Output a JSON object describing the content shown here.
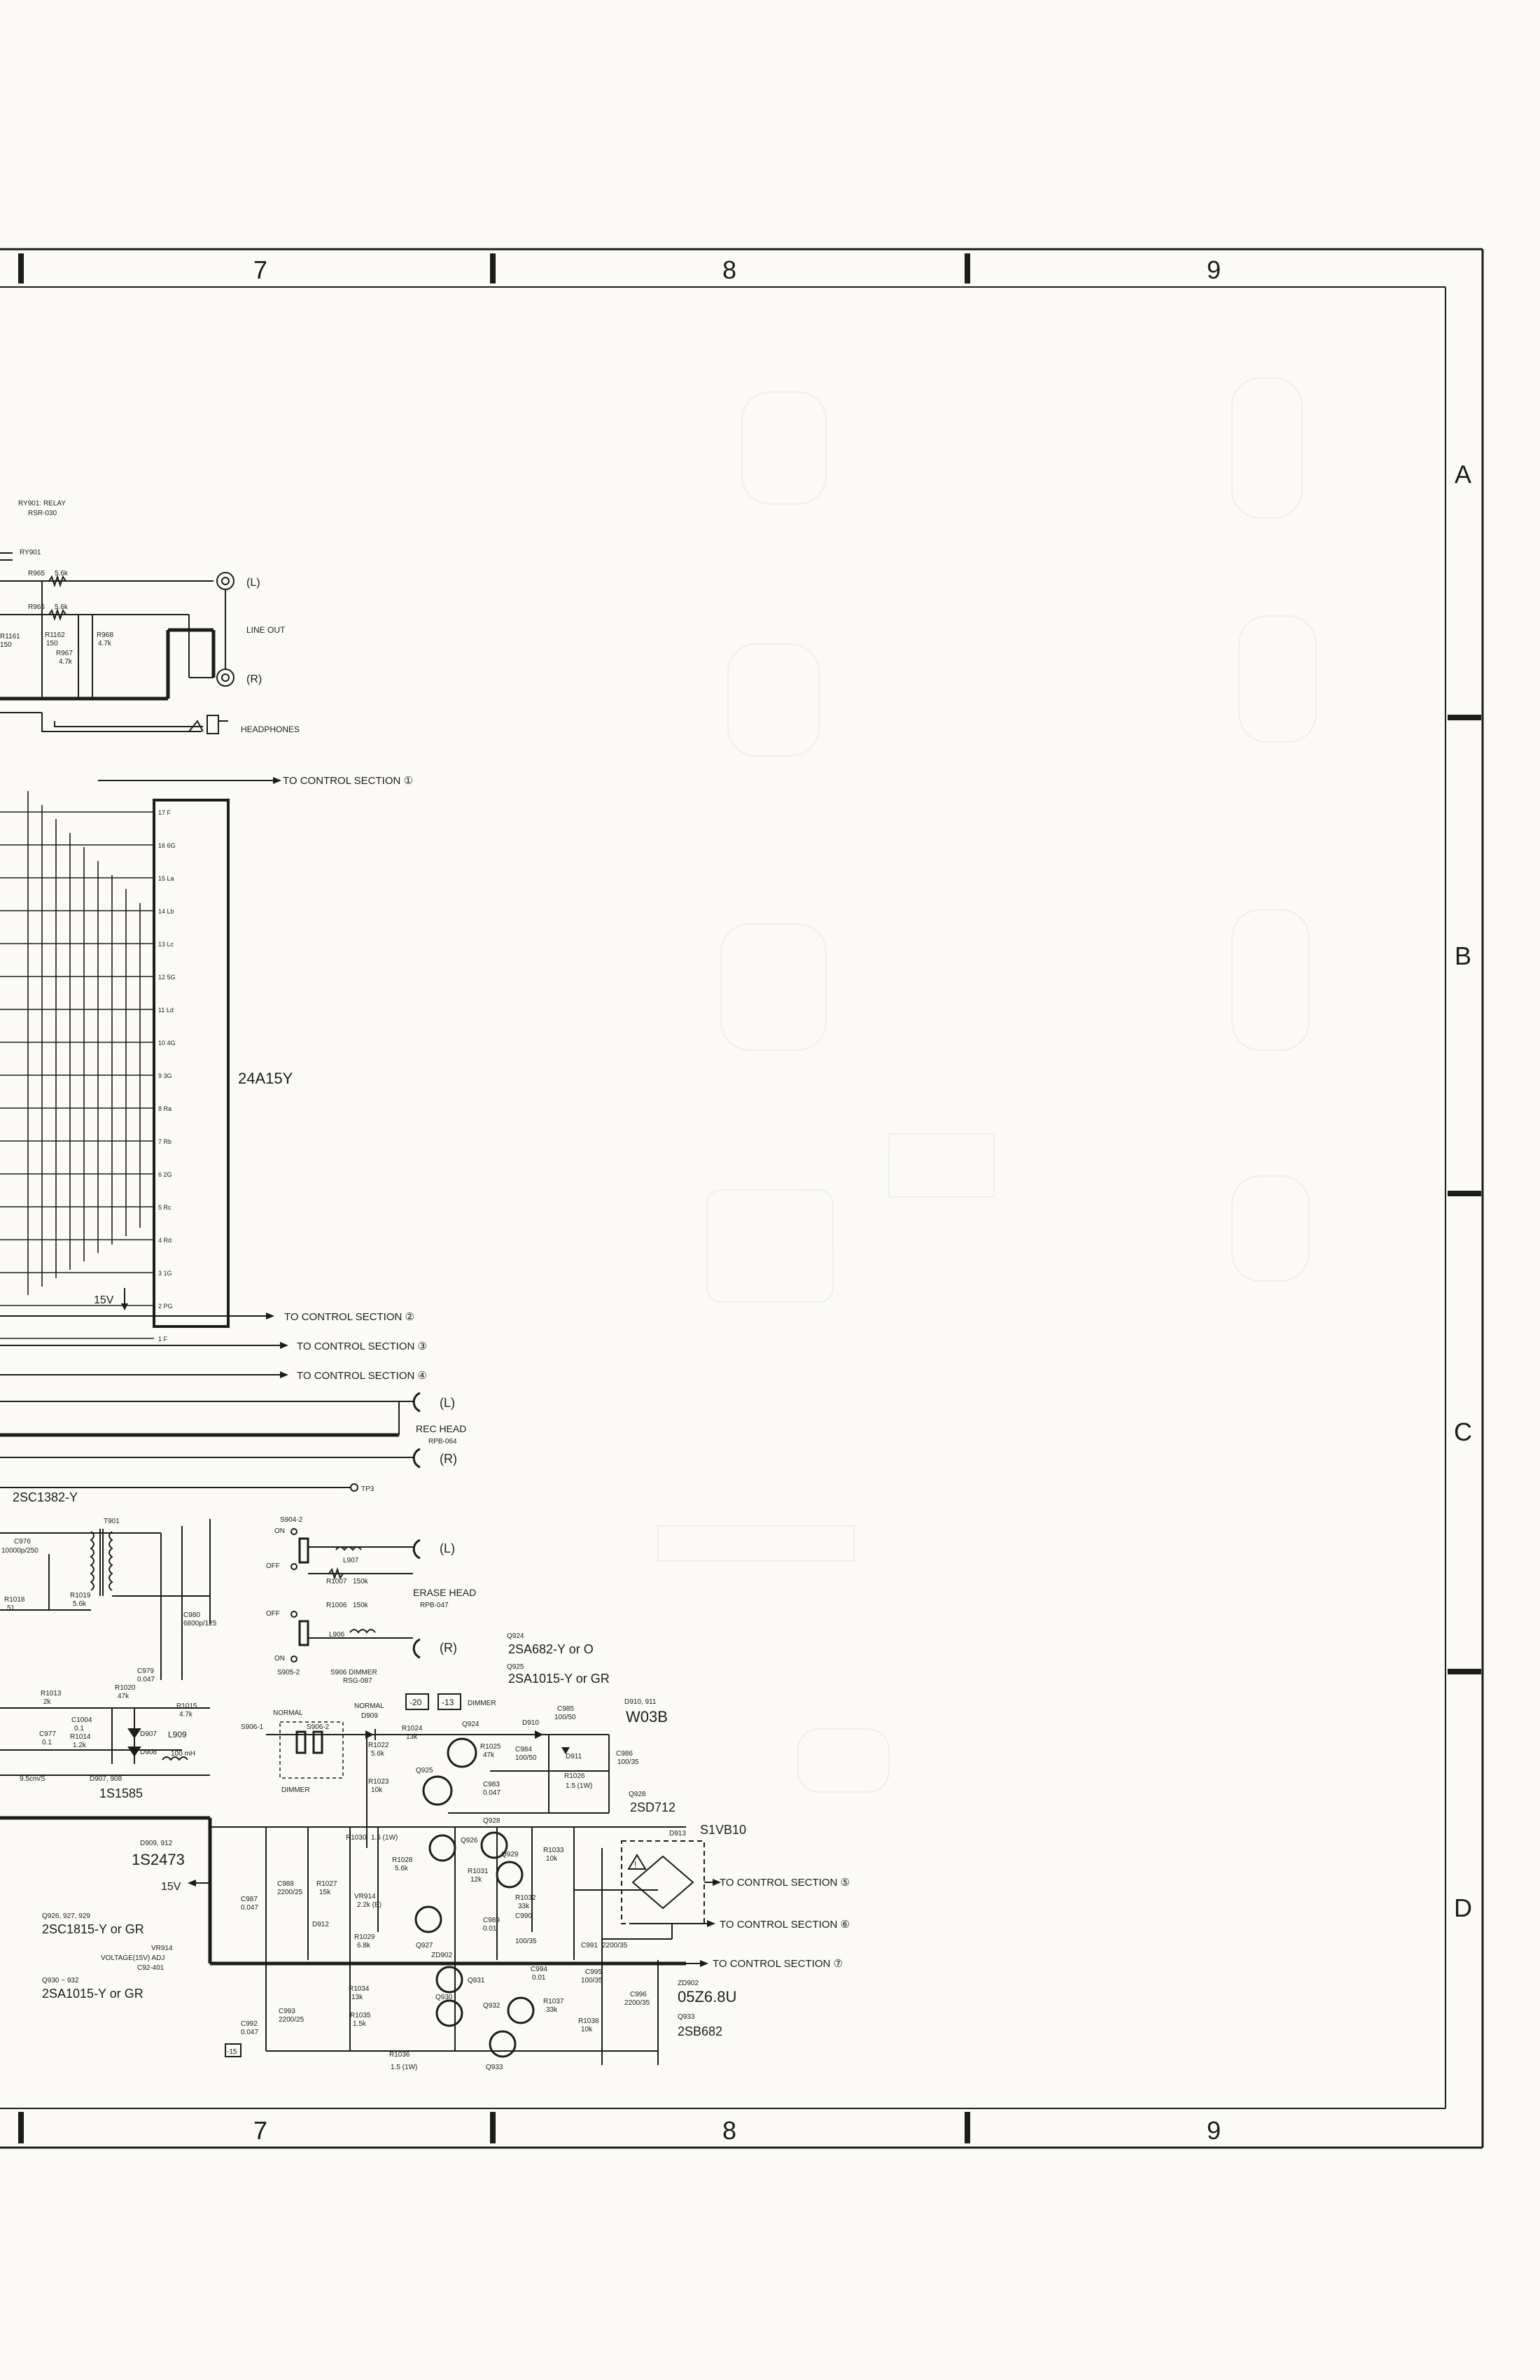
{
  "border": {
    "columns": [
      "7",
      "8",
      "9"
    ],
    "rows": [
      "A",
      "B",
      "C",
      "D"
    ]
  },
  "relay": {
    "ref": "RY901",
    "title": "RY901: RELAY",
    "part": "RSR-030",
    "resistors": [
      {
        "ref": "R965",
        "value": "5.6k"
      },
      {
        "ref": "R966",
        "value": "5.6k"
      },
      {
        "ref": "R1161",
        "value": "150"
      },
      {
        "ref": "R1162",
        "value": "150"
      },
      {
        "ref": "R967",
        "value": "4.7k"
      },
      {
        "ref": "R968",
        "value": "4.7k"
      }
    ]
  },
  "line_out": {
    "label": "LINE OUT",
    "left": "(L)",
    "right": "(R)"
  },
  "headphones": {
    "label": "HEADPHONES"
  },
  "display": {
    "part": "24A15Y",
    "supply": "15V",
    "pins": [
      {
        "num": "17",
        "name": "F"
      },
      {
        "num": "16",
        "name": "6G"
      },
      {
        "num": "15",
        "name": "La"
      },
      {
        "num": "14",
        "name": "Lb"
      },
      {
        "num": "13",
        "name": "Lc"
      },
      {
        "num": "12",
        "name": "5G"
      },
      {
        "num": "11",
        "name": "Ld"
      },
      {
        "num": "10",
        "name": "4G"
      },
      {
        "num": "9",
        "name": "3G"
      },
      {
        "num": "8",
        "name": "Ra"
      },
      {
        "num": "7",
        "name": "Rb"
      },
      {
        "num": "6",
        "name": "2G"
      },
      {
        "num": "5",
        "name": "Rc"
      },
      {
        "num": "4",
        "name": "Rd"
      },
      {
        "num": "3",
        "name": "1G"
      },
      {
        "num": "2",
        "name": "PG"
      },
      {
        "num": "1",
        "name": "F"
      }
    ]
  },
  "control_outputs": [
    "TO CONTROL SECTION ①",
    "TO CONTROL SECTION ②",
    "TO CONTROL SECTION ③",
    "TO CONTROL SECTION ④",
    "TO CONTROL SECTION ⑤",
    "TO CONTROL SECTION ⑥",
    "TO CONTROL SECTION ⑦"
  ],
  "rec_head": {
    "label": "REC HEAD",
    "part": "RPB-064",
    "left": "(L)",
    "right": "(R)"
  },
  "erase_head": {
    "label": "ERASE HEAD",
    "part": "RPB-047",
    "left": "(L)",
    "right": "(R)"
  },
  "oscillator": {
    "transistor": "2SC1382-Y",
    "transformer": "T901",
    "testpoint": "TP3",
    "parts": [
      {
        "ref": "C976",
        "value": "10000p/250"
      },
      {
        "ref": "R1018",
        "value": "51"
      },
      {
        "ref": "R1019",
        "value": "5.6k"
      },
      {
        "ref": "C980",
        "value": "6800p/125"
      },
      {
        "ref": "C979",
        "value": "0.047"
      },
      {
        "ref": "R1013",
        "value": "2k"
      },
      {
        "ref": "R1020",
        "value": "47k"
      },
      {
        "ref": "R1015",
        "value": "4.7k"
      },
      {
        "ref": "C1004",
        "value": "0.1"
      },
      {
        "ref": "C977",
        "value": "0.1"
      },
      {
        "ref": "R1014",
        "value": "1.2k"
      },
      {
        "ref": "L909",
        "value": "100 mH"
      }
    ],
    "diodes": {
      "refs": "D907, 908",
      "part": "1S1585"
    },
    "tape_speed": "9.5cm/S"
  },
  "erase_switch": {
    "s904": "S904-2",
    "s905": "S905-2",
    "on": "ON",
    "off": "OFF",
    "coils": [
      "L907",
      "L906"
    ],
    "resistors": [
      {
        "ref": "R1007",
        "value": "150k"
      },
      {
        "ref": "R1006",
        "value": "150k"
      }
    ],
    "dimmer_switch": "S906 DIMMER",
    "dimmer_part": "RSG-087"
  },
  "transistor_notes": [
    {
      "ref": "Q924",
      "part": "2SA682-Y or O"
    },
    {
      "ref": "Q925",
      "part": "2SA1015-Y or GR"
    },
    {
      "ref": "D910, 911",
      "part": "W03B"
    },
    {
      "ref": "Q928",
      "part": "2SD712"
    },
    {
      "ref": "D913",
      "part": "S1VB10"
    },
    {
      "ref": "D909, 912",
      "part": "1S2473"
    },
    {
      "ref": "Q926, 927, 929",
      "part": "2SC1815-Y or GR"
    },
    {
      "ref": "Q930 ~ 932",
      "part": "2SA1015-Y or GR"
    },
    {
      "ref": "ZD902",
      "part": "05Z6.8U"
    },
    {
      "ref": "Q933",
      "part": "2SB682"
    }
  ],
  "dimmer": {
    "normal_a": "NORMAL",
    "normal_b": "NORMAL",
    "switch": "S906-1",
    "switch2": "S906-2",
    "diode": "D909",
    "minus20": "-20",
    "minus13": "-13",
    "dimmer_label": "DIMMER",
    "dimmer_label2": "DIMMER",
    "parts": [
      {
        "ref": "R1024",
        "value": "13k"
      },
      {
        "ref": "R1022",
        "value": "5.6k"
      },
      {
        "ref": "R1023",
        "value": "10k"
      },
      {
        "ref": "R1025",
        "value": "47k"
      },
      {
        "ref": "C984",
        "value": "100/50"
      },
      {
        "ref": "C985",
        "value": "100/50"
      },
      {
        "ref": "C983",
        "value": "0.047"
      },
      {
        "ref": "R1026",
        "value": "1.5 (1W)"
      },
      {
        "ref": "C986",
        "value": "100/35"
      }
    ]
  },
  "regulator": {
    "supply": "15V",
    "vr_ref": "VR914",
    "vr_desc": "VOLTAGE(15V) ADJ",
    "vr_part": "C92-401",
    "minus15": "-15",
    "parts": [
      {
        "ref": "R1030",
        "value": "1.5 (1W)"
      },
      {
        "ref": "R1028",
        "value": "5.6k"
      },
      {
        "ref": "R1031",
        "value": "12k"
      },
      {
        "ref": "R1033",
        "value": "10k"
      },
      {
        "ref": "C987",
        "value": "0.047"
      },
      {
        "ref": "C988",
        "value": "2200/25"
      },
      {
        "ref": "R1027",
        "value": "15k"
      },
      {
        "ref": "VR914",
        "value": "2.2k (B)"
      },
      {
        "ref": "R1029",
        "value": "6.8k"
      },
      {
        "ref": "R1032",
        "value": "33k"
      },
      {
        "ref": "C989",
        "value": "0.01"
      },
      {
        "ref": "C990",
        "value": "100/35"
      },
      {
        "ref": "C991",
        "value": "2200/35"
      },
      {
        "ref": "C994",
        "value": "0.01"
      },
      {
        "ref": "C995",
        "value": "100/35"
      },
      {
        "ref": "C996",
        "value": "2200/35"
      },
      {
        "ref": "R1034",
        "value": "13k"
      },
      {
        "ref": "R1035",
        "value": "1.5k"
      },
      {
        "ref": "R1037",
        "value": "33k"
      },
      {
        "ref": "R1038",
        "value": "10k"
      },
      {
        "ref": "C992",
        "value": "0.047"
      },
      {
        "ref": "C993",
        "value": "2200/25"
      },
      {
        "ref": "R1036",
        "value": "1.5 (1W)"
      }
    ],
    "transistors": [
      "Q926",
      "Q928",
      "Q929",
      "Q927",
      "Q931",
      "Q930",
      "Q932",
      "Q933"
    ],
    "diode": "D912",
    "zener": "ZD902",
    "bridge": "D913"
  }
}
